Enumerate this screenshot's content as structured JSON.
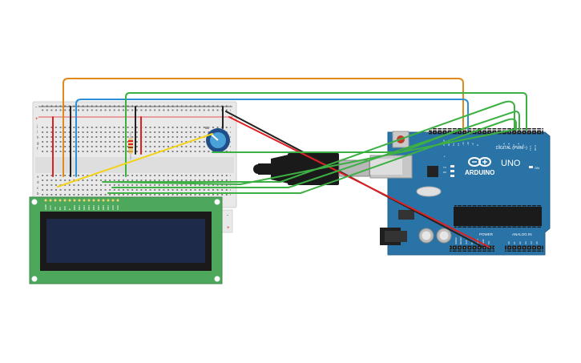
{
  "breadboard": {
    "rail_minus": "-",
    "rail_plus": "+",
    "row_letters_top": [
      "j",
      "i",
      "h",
      "g",
      "f"
    ],
    "row_letters_bottom": [
      "e",
      "d",
      "c",
      "b",
      "a"
    ]
  },
  "lcd": {
    "pin_labels": [
      "GND",
      "VCC",
      "V0",
      "RS",
      "RW",
      "E",
      "DB0",
      "DB1",
      "DB2",
      "DB3",
      "DB4",
      "DB5",
      "DB6",
      "DB7",
      "LED",
      "LED"
    ]
  },
  "arduino": {
    "brand": "ARDUINO",
    "model": "UNO",
    "on_label": "ON",
    "digital_label": "DIGITAL (PWM~)",
    "aref_label": "AREF",
    "gnd_label": "GND",
    "tx_label": "TX",
    "rx_label": "RX",
    "l_label": "L",
    "power_label": "POWER",
    "analog_label": "ANALOG IN",
    "power_pins": [
      "IOREF",
      "RESET",
      "3V3",
      "5V",
      "GND",
      "GND",
      "Vin"
    ],
    "analog_pins": [
      "A0",
      "A1",
      "A2",
      "A3",
      "A4",
      "A5"
    ],
    "digital_pins": [
      "13",
      "12",
      "~11",
      "~10",
      "~9",
      "8",
      "7",
      "~6",
      "~5",
      "4",
      "~3",
      "2",
      "TX 1",
      "RX 0"
    ]
  },
  "colors": {
    "wire_orange": "#e08a1e",
    "wire_blue": "#2a8fd6",
    "wire_green": "#3cb043",
    "wire_red": "#e02020",
    "wire_black": "#222222",
    "wire_yellow": "#f2d21b",
    "arduino_board": "#2a73a6",
    "lcd_pcb": "#4da85c",
    "lcd_screen": "#1e2a4a"
  }
}
